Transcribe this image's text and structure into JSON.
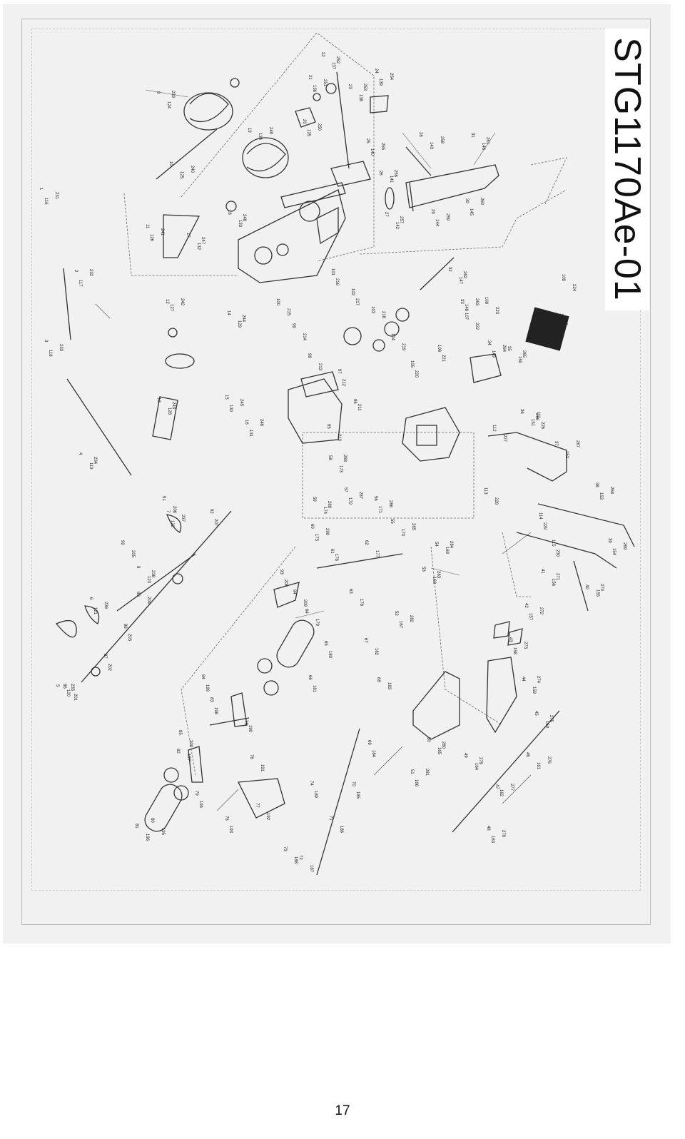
{
  "page": {
    "model_title": "STG1170Ae-01",
    "page_number": "17"
  },
  "callouts": [
    "1",
    "2",
    "3",
    "4",
    "5",
    "6",
    "7",
    "8",
    "9",
    "10",
    "11",
    "12",
    "13",
    "14",
    "15",
    "16",
    "17",
    "18",
    "19",
    "20",
    "21",
    "22",
    "23",
    "24",
    "25",
    "26",
    "27",
    "28",
    "29",
    "30",
    "31",
    "32",
    "33",
    "34",
    "35",
    "36",
    "37",
    "38",
    "39",
    "40",
    "41",
    "42",
    "43",
    "44",
    "45",
    "46",
    "47",
    "48",
    "49",
    "50",
    "51",
    "52",
    "53",
    "54",
    "55",
    "56",
    "57",
    "58",
    "59",
    "60",
    "61",
    "62",
    "63",
    "64",
    "65",
    "66",
    "67",
    "68",
    "69",
    "70",
    "71",
    "72",
    "73",
    "74",
    "75",
    "76",
    "77",
    "78",
    "79",
    "80",
    "81",
    "82",
    "83",
    "84",
    "85",
    "86",
    "87",
    "88",
    "89",
    "90",
    "91",
    "92",
    "93",
    "94",
    "95",
    "96",
    "97",
    "98",
    "99",
    "100",
    "101",
    "102",
    "103",
    "104",
    "105",
    "106",
    "107",
    "108",
    "109",
    "110",
    "111",
    "112",
    "113",
    "114",
    "115",
    "116",
    "117",
    "118",
    "119",
    "120",
    "121",
    "122",
    "123",
    "124",
    "125",
    "126",
    "127",
    "128",
    "129",
    "130",
    "131",
    "132",
    "133",
    "134",
    "135",
    "136",
    "137",
    "138",
    "139",
    "140",
    "141",
    "142",
    "143",
    "144",
    "145",
    "146",
    "147",
    "148",
    "149",
    "150",
    "151",
    "152",
    "153",
    "154",
    "155",
    "156",
    "157",
    "158",
    "159",
    "160",
    "161",
    "162",
    "163",
    "164",
    "165",
    "166",
    "167",
    "168",
    "169",
    "170",
    "171",
    "172",
    "173",
    "174",
    "175",
    "176",
    "177",
    "178",
    "179",
    "180",
    "181",
    "182",
    "183",
    "184",
    "185",
    "186",
    "187",
    "188",
    "189",
    "190",
    "191",
    "192",
    "193",
    "194",
    "195",
    "196",
    "197",
    "198",
    "199",
    "200",
    "201",
    "202",
    "203",
    "204",
    "205",
    "206",
    "207",
    "208",
    "209",
    "210",
    "211",
    "212",
    "213",
    "214",
    "215",
    "216",
    "217",
    "218",
    "219",
    "220",
    "221",
    "222",
    "223",
    "224",
    "225",
    "226",
    "227",
    "228",
    "229",
    "230",
    "231",
    "232",
    "233",
    "234",
    "235",
    "236",
    "237",
    "238",
    "239",
    "240",
    "241",
    "242",
    "243",
    "244",
    "245",
    "246",
    "247",
    "248",
    "249",
    "250",
    "251",
    "252",
    "253",
    "254",
    "255",
    "256",
    "257",
    "258",
    "259",
    "260",
    "261",
    "262",
    "263",
    "264",
    "265",
    "266",
    "267",
    "268",
    "269",
    "270",
    "271",
    "272",
    "273",
    "274",
    "275",
    "276",
    "277",
    "278",
    "279",
    "280",
    "281",
    "282",
    "283",
    "284",
    "285",
    "286",
    "287",
    "288",
    "289",
    "290"
  ]
}
